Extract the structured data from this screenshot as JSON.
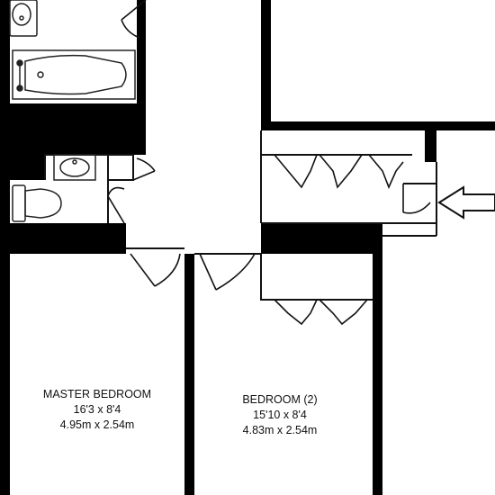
{
  "colors": {
    "wall": "#000000",
    "background": "#ffffff",
    "fixture_stroke": "#222222"
  },
  "rooms": {
    "master_bedroom": {
      "name": "MASTER BEDROOM",
      "imperial": "16'3 x 8'4",
      "metric": "4.95m x 2.54m"
    },
    "bedroom_2": {
      "name": "BEDROOM (2)",
      "imperial": "15'10 x 8'4",
      "metric": "4.83m x 2.54m"
    }
  },
  "entrance": {
    "icon": "arrow-left-icon"
  }
}
